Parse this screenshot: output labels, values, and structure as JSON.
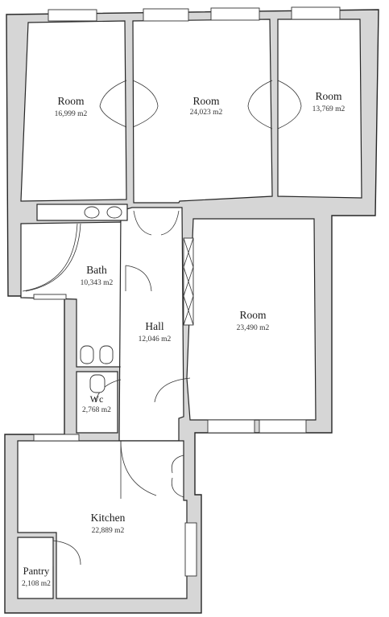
{
  "rooms": [
    {
      "key": "room_a",
      "name": "Room",
      "area": "16,999 m2"
    },
    {
      "key": "room_b",
      "name": "Room",
      "area": "24,023 m2"
    },
    {
      "key": "room_c",
      "name": "Room",
      "area": "13,769 m2"
    },
    {
      "key": "bath",
      "name": "Bath",
      "area": "10,343 m2"
    },
    {
      "key": "hall",
      "name": "Hall",
      "area": "12,046 m2"
    },
    {
      "key": "room_d",
      "name": "Room",
      "area": "23,490 m2"
    },
    {
      "key": "wc",
      "name": "Wc",
      "area": "2,768 m2"
    },
    {
      "key": "kitchen",
      "name": "Kitchen",
      "area": "22,889 m2"
    },
    {
      "key": "pantry",
      "name": "Pantry",
      "area": "2,108 m2"
    }
  ]
}
